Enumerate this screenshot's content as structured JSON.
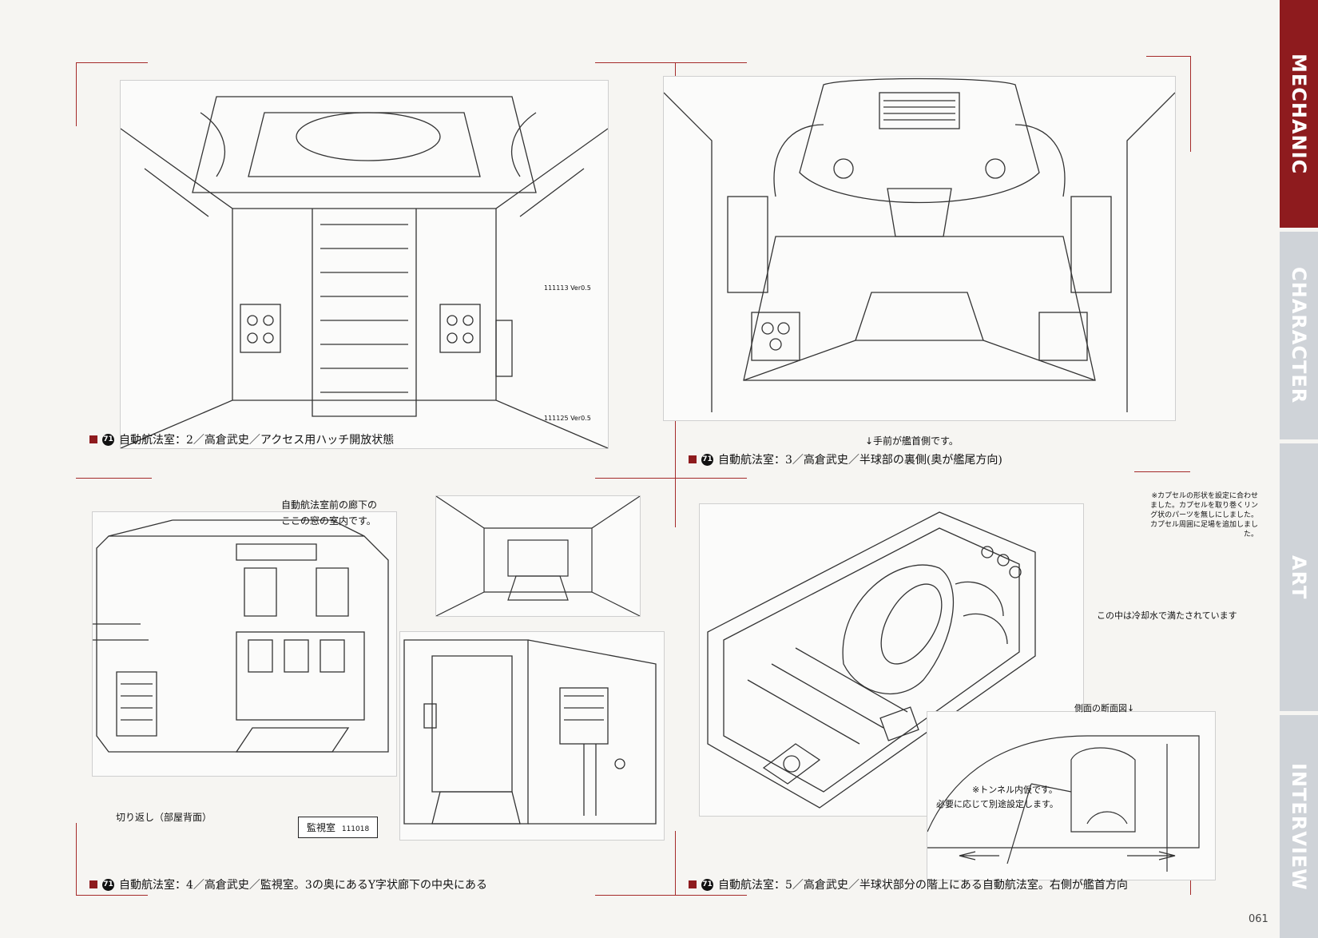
{
  "tabs": [
    {
      "label": "MECHANIC",
      "active": true
    },
    {
      "label": "CHARACTER",
      "active": false
    },
    {
      "label": "ART",
      "active": false
    },
    {
      "label": "INTERVIEW",
      "active": false
    }
  ],
  "colors": {
    "accent": "#8e1b1e",
    "tab_inactive": "#cfd3d8"
  },
  "panels": {
    "p2": {
      "caption_num": "71",
      "caption": "自動航法室：2／高倉武史／アクセス用ハッチ開放状態",
      "stamp_a": "111113 Ver0.5",
      "stamp_b": "111125 Ver0.5"
    },
    "p3": {
      "caption_num": "71",
      "caption": "自動航法室：3／高倉武史／半球部の裏側(奥が艦尾方向)",
      "note_front": "↓手前が艦首側です。"
    },
    "p4": {
      "caption_num": "71",
      "caption": "自動航法室：4／高倉武史／監視室。3の奥にあるY字状廊下の中央にある",
      "note_window_1": "自動航法室前の廊下の",
      "note_window_2": "ここの窓の室内です。",
      "note_back": "切り返し（部屋背面）",
      "box_label": "監視室",
      "box_code": "111018"
    },
    "p5": {
      "caption_num": "71",
      "caption": "自動航法室：5／高倉武史／半球状部分の階上にある自動航法室。右側が艦首方向",
      "note_capsule": "※カプセルの形状を設定に合わせました。カプセルを取り巻くリング状のパーツを無しにしました。カプセル周囲に足場を追加しました。",
      "note_coolant": "この中は冷却水で満たされています",
      "note_section": "側面の断面図↓",
      "note_tunnel_1": "※トンネル内仮です。",
      "note_tunnel_2": "必要に応じて別途設定します。"
    }
  },
  "page_number": "061"
}
